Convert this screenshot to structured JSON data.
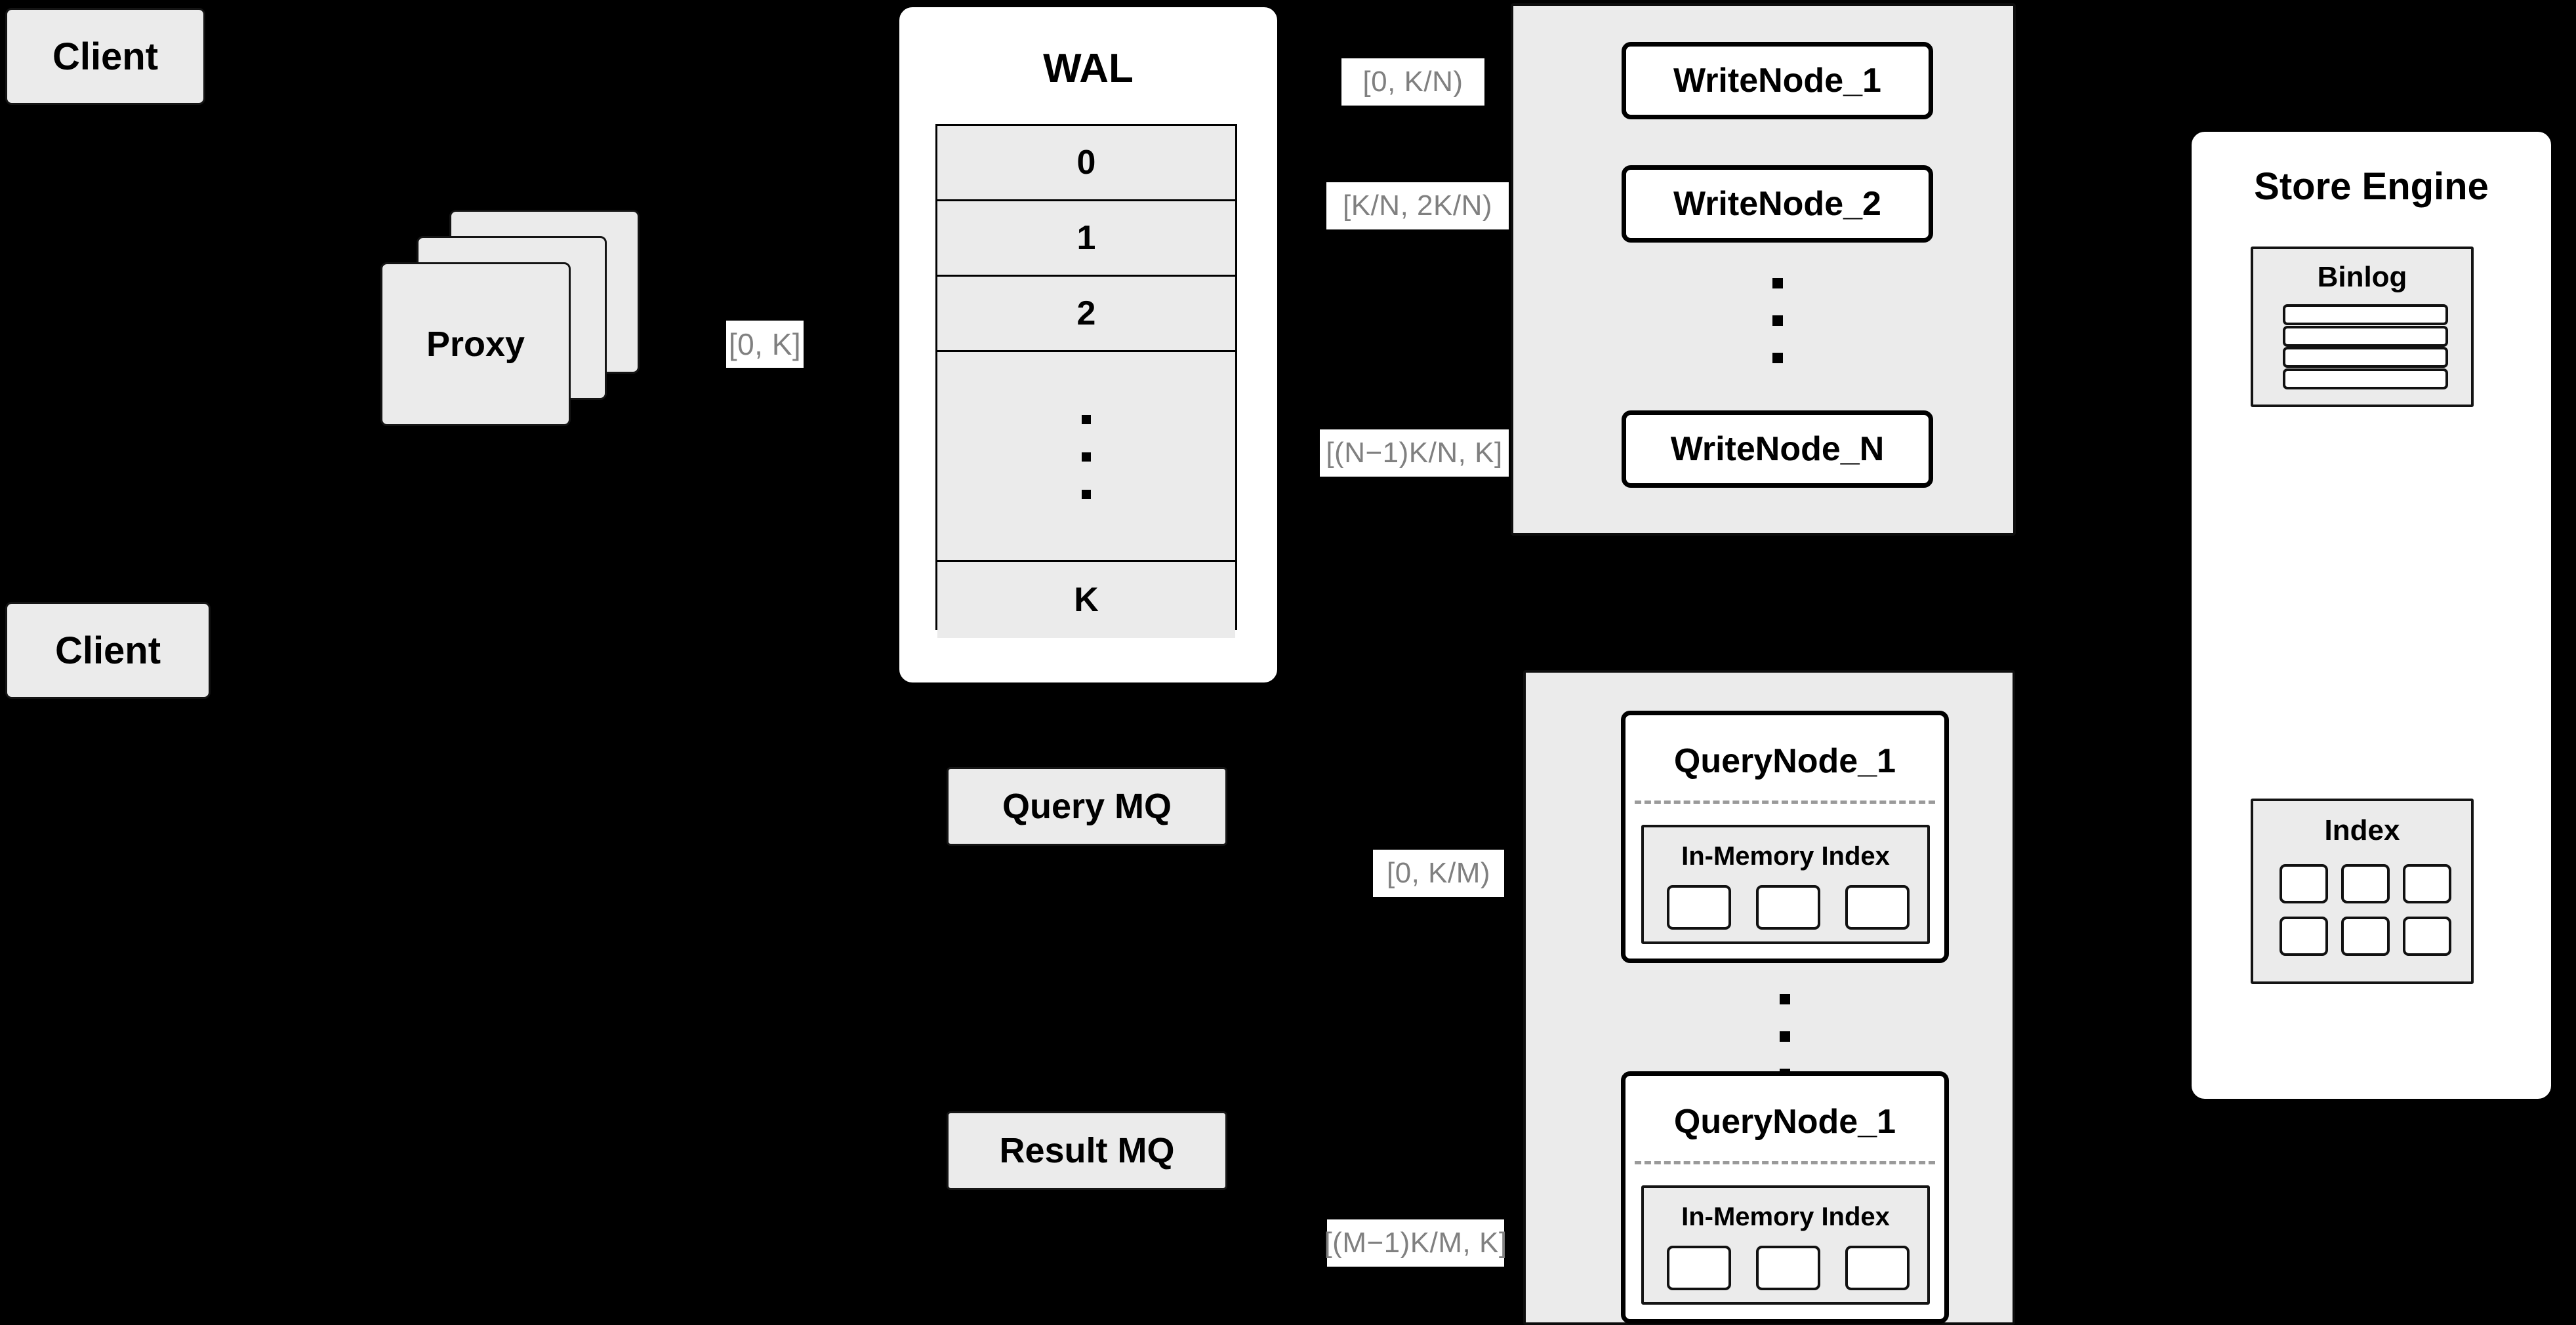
{
  "diagram": {
    "title": "Distributed write/query architecture",
    "background_color": "#000000",
    "node_fill": "#ebebeb",
    "container_fill": "#ffffff",
    "label_text_color": "#808080"
  },
  "clients": [
    {
      "label": "Client"
    },
    {
      "label": "Client"
    }
  ],
  "proxy": {
    "label": "Proxy",
    "stack_count": 3
  },
  "wal": {
    "title": "WAL",
    "entries": [
      "0",
      "1",
      "2",
      "",
      "K"
    ],
    "ellipsis_row_index": 3,
    "ellipsis_dots": 3
  },
  "edge_labels": {
    "proxy_to_wal": "[0, K]",
    "wal_to_write_node_1": "[0,  K/N)",
    "wal_to_write_node_2": "[K/N, 2K/N)",
    "wal_to_write_node_n": "[(N−1)K/N,  K]",
    "mq_to_query_node_1": "[0, K/M)",
    "mq_to_query_node_m": "[(M−1)K/M, K]"
  },
  "write_group": {
    "nodes": [
      {
        "label": "WriteNode_1"
      },
      {
        "label": "WriteNode_2"
      },
      {
        "label": "WriteNode_N"
      }
    ],
    "ellipsis_dots": 3
  },
  "query_group": {
    "nodes": [
      {
        "label": "QueryNode_1",
        "index_title": "In-Memory Index",
        "index_cells": 3
      },
      {
        "label": "QueryNode_1",
        "index_title": "In-Memory Index",
        "index_cells": 3
      }
    ],
    "ellipsis_dots": 3
  },
  "message_queues": [
    {
      "label": "Query MQ"
    },
    {
      "label": "Result MQ"
    }
  ],
  "store_engine": {
    "title": "Store Engine",
    "binlog": {
      "title": "Binlog",
      "rows": 4
    },
    "index": {
      "title": "Index",
      "cells": 6,
      "columns": 3,
      "rows": 2
    }
  }
}
